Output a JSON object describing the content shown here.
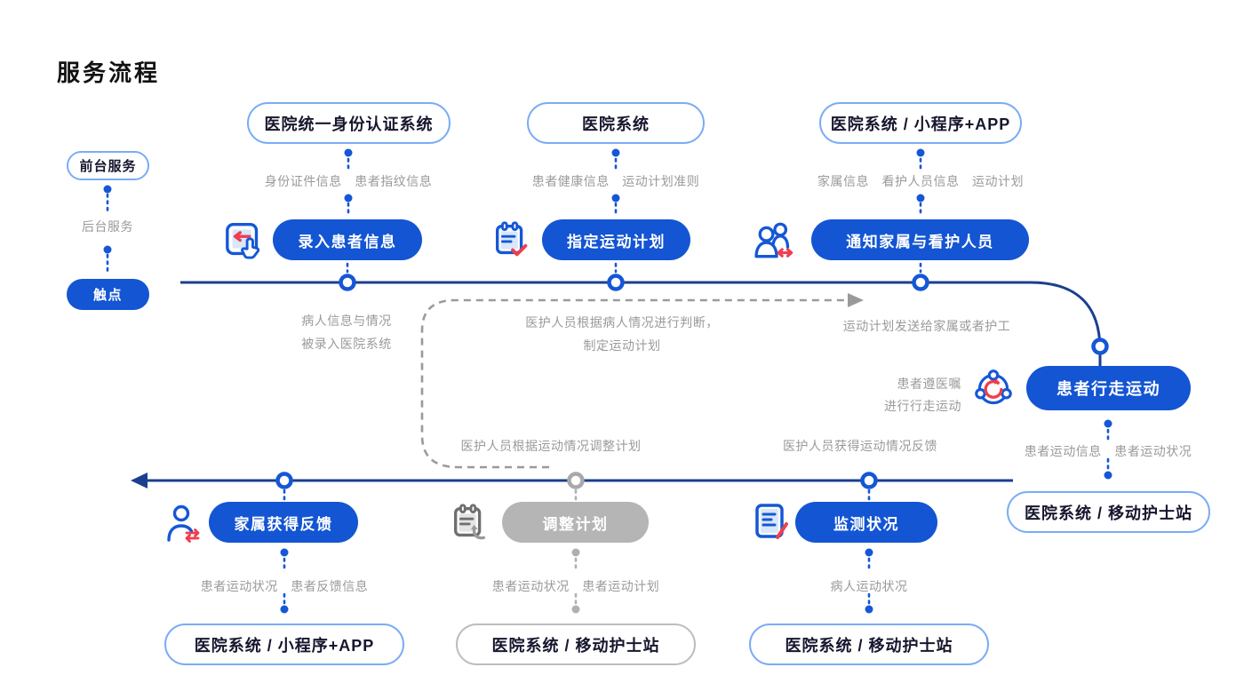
{
  "title": "服务流程",
  "legend": {
    "front_stage": "前台服务",
    "back_stage": "后台服务",
    "touchpoint": "触点"
  },
  "top_flow": {
    "steps": [
      {
        "system": "医院统一身份认证系统",
        "data_items": "身份证件信息　患者指纹信息",
        "action": "录入患者信息",
        "icon": "tablet-input-icon",
        "note_lines": [
          "病人信息与情况",
          "被录入医院系统"
        ]
      },
      {
        "system": "医院系统",
        "data_items": "患者健康信息　运动计划准则",
        "action": "指定运动计划",
        "icon": "clipboard-check-icon",
        "note_lines": [
          "医护人员根据病人情况进行判断，",
          "制定运动计划"
        ]
      },
      {
        "system": "医院系统 / 小程序+APP",
        "data_items": "家属信息　看护人员信息　运动计划",
        "action": "通知家属与看护人员",
        "icon": "people-exchange-icon",
        "note_lines": [
          "运动计划发送给家属或者护工"
        ]
      }
    ]
  },
  "walk_step": {
    "pre_note": [
      "患者遵医嘱",
      "进行行走运动"
    ],
    "action": "患者行走运动",
    "icon": "activity-network-icon",
    "data_items": "患者运动信息　患者运动状况",
    "system": "医院系统 / 移动护士站"
  },
  "loop_notes": {
    "adjust": "医护人员根据运动情况调整计划",
    "feedback": "医护人员获得运动情况反馈"
  },
  "bottom_flow": {
    "steps": [
      {
        "action": "家属获得反馈",
        "icon": "person-exchange-icon",
        "state": "active",
        "data_items": "患者运动状况　患者反馈信息",
        "system": "医院系统 / 小程序+APP"
      },
      {
        "action": "调整计划",
        "icon": "clipboard-adjust-icon",
        "state": "inactive",
        "data_items": "患者运动状况　患者运动计划",
        "system": "医院系统 / 移动护士站"
      },
      {
        "action": "监测状况",
        "icon": "report-pen-icon",
        "state": "active",
        "data_items": "病人运动状况",
        "system": "医院系统 / 移动护士站"
      }
    ]
  },
  "colors": {
    "primary": "#1557d6",
    "deep_line": "#1a3f8f",
    "light_border": "#7aacf5",
    "gray_text": "#9a9a9a",
    "gray_fill": "#b5b5b5",
    "red": "#ef3e4e"
  }
}
